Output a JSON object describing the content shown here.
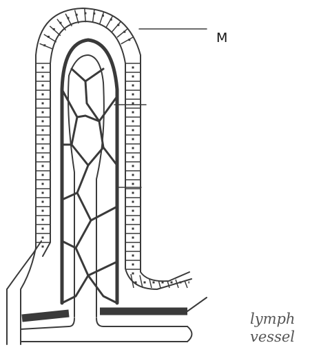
{
  "figure": {
    "label_m": "M",
    "label_lymph_line1": "lymph",
    "label_lymph_line2": "vessel",
    "colors": {
      "ink": "#3a3a3a",
      "vessel_fill": "#3a3a3a",
      "text_gray": "#555555",
      "background": "#ffffff"
    }
  }
}
